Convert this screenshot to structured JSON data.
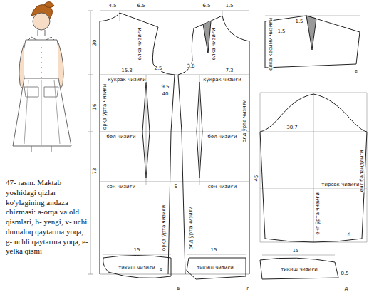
{
  "diagram": {
    "caption": "47- rasm. Maktab yoshidagi qizlar ko'ylagining andaza chizmasi: a-orqa va old qismlari, b- yengi, v- uchi dumaloq qaytarma yoqa, g- uchli qaytarma yoqa, e- yelka qismi",
    "labels": [
      "4.5",
      "6.5",
      "1.5",
      "6.5",
      "30",
      "73",
      "16",
      "орқа ўрта чизиғи",
      "елка чизиғи",
      "елка чизиғи",
      "2.5",
      "3.8",
      "15.3",
      "7.3",
      "9.5",
      "40",
      "кўкрак чизиғи",
      "кўкрак чизиғи",
      "бел чизиғи",
      "бел чизиғи",
      "сон чизиғи",
      "сон чизиғи",
      "орқа ўрта чизиғи",
      "олд ўрта чизиғи",
      "олд ўрта чизиғи",
      "а",
      "Б",
      "30.7",
      "45",
      "тирсак чизиғи",
      "енг ўрта чизиғи",
      "енг баландлиги",
      "б",
      "1.5",
      "1.5",
      "елка кесими чизиғи",
      "е",
      "15",
      "тикиш чизиғи",
      "в",
      "15",
      "тикиш чизиғи",
      "г",
      "15",
      "тикиш чизиғи",
      "0.5",
      "д"
    ]
  }
}
